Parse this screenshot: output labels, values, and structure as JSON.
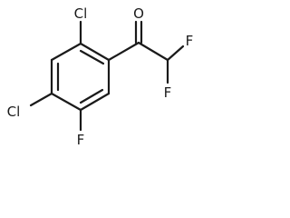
{
  "molecule": {
    "atoms": {
      "cl_top": "Cl",
      "cl_left": "Cl",
      "f_ring": "F",
      "o": "O",
      "f_right_top": "F",
      "f_right_bottom": "F"
    },
    "colors": {
      "ink": "#1a1a1a",
      "background": "#ffffff"
    }
  }
}
